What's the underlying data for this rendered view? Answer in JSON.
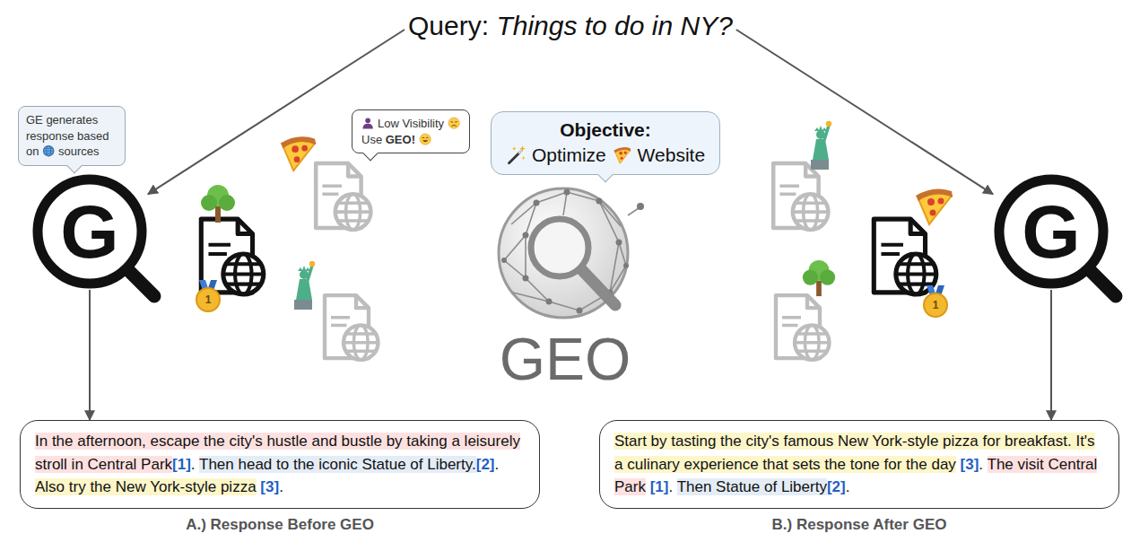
{
  "diagram": {
    "nodes": [
      {
        "text": [
          "Query:",
          "Things to do in NY?"
        ]
      },
      {
        "text": [
          "G"
        ]
      },
      {
        "text": [
          "GE generates response based on",
          "sources"
        ]
      },
      {
        "text": [
          "Low Visibility",
          "Use",
          "GEO!"
        ]
      },
      {
        "text": [
          "Objective:",
          "Optimize",
          "Website"
        ]
      },
      {
        "text": [
          "G"
        ]
      },
      {
        "text": [
          "In the afternoon, escape the city's hustle and bustle by taking a leisurely stroll in Central Park",
          "[1]",
          ".",
          "Then head to the iconic Statue of Liberty.",
          "[2]",
          ".",
          "Also try the New York-style pizza",
          "[3]",
          "."
        ]
      },
      {
        "text": [
          "Start by tasting the city's famous New York-style pizza for breakfast. It's a culinary experience that sets the tone for the day",
          "[3]",
          ".",
          "The visit Central Park",
          "[1]",
          ".",
          "Then Statue of Liberty",
          "[2]",
          "."
        ]
      }
    ],
    "edges": [
      {
        "from": 0,
        "to": 1,
        "arrow": "to"
      },
      {
        "from": 0,
        "to": 5,
        "arrow": "to"
      },
      {
        "from": 1,
        "to": 6,
        "arrow": "to"
      },
      {
        "from": 5,
        "to": 7,
        "arrow": "to"
      }
    ],
    "labels": [
      "GEO",
      "1",
      "1",
      "A.) Response Before GEO",
      "B.) Response After GEO"
    ]
  }
}
